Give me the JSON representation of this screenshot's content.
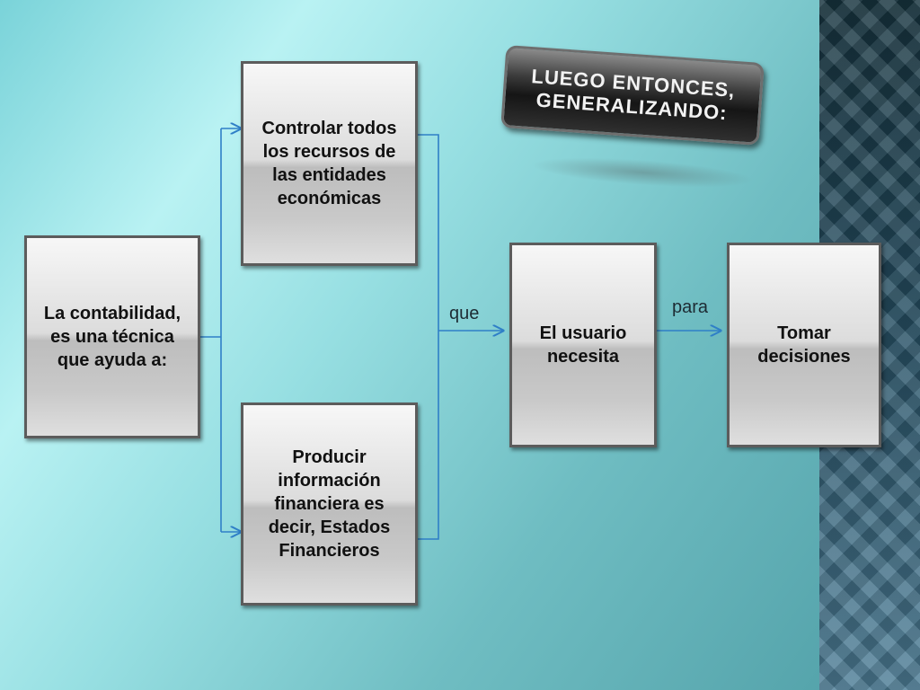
{
  "banner": {
    "line1": "LUEGO ENTONCES,",
    "line2": "GENERALIZANDO:"
  },
  "nodes": {
    "contabilidad": "La contabilidad, es una técnica que ayuda a:",
    "controlar": "Controlar todos los recursos de las entidades económicas",
    "producir": "Producir información financiera es decir, Estados Financieros",
    "usuario": "El usuario necesita",
    "decisiones": "Tomar decisiones"
  },
  "edge_labels": {
    "que": "que",
    "para": "para"
  },
  "colors": {
    "connector": "#2f7fc7"
  }
}
